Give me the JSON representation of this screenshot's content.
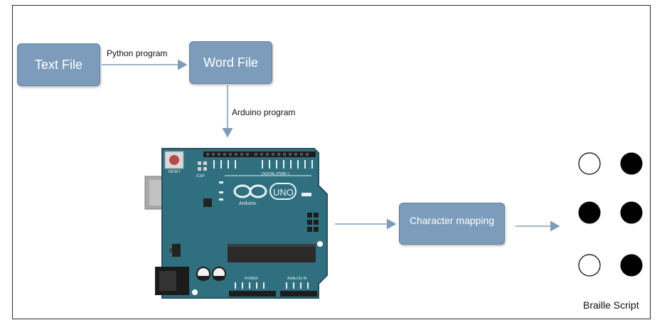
{
  "nodes": {
    "text_file": "Text File",
    "word_file": "Word File",
    "character_mapping": "Character mapping"
  },
  "edges": {
    "python_program": "Python program",
    "arduino_program": "Arduino program"
  },
  "arduino_board": {
    "logo_text": "UNO",
    "brand_text": "Arduino",
    "header_label_top": "DIGITAL (PWM~)",
    "header_label_power": "POWER",
    "header_label_analog": "ANALOG IN",
    "reset_label": "RESET",
    "icsp_label": "ICSP"
  },
  "braille": {
    "caption": "Braille Script",
    "dots": [
      false,
      true,
      true,
      true,
      false,
      true
    ]
  },
  "colors": {
    "box_fill": "#7d9cbc",
    "arrow": "#7f9bb8",
    "board": "#2f6f7f",
    "dot_filled": "#000000"
  }
}
